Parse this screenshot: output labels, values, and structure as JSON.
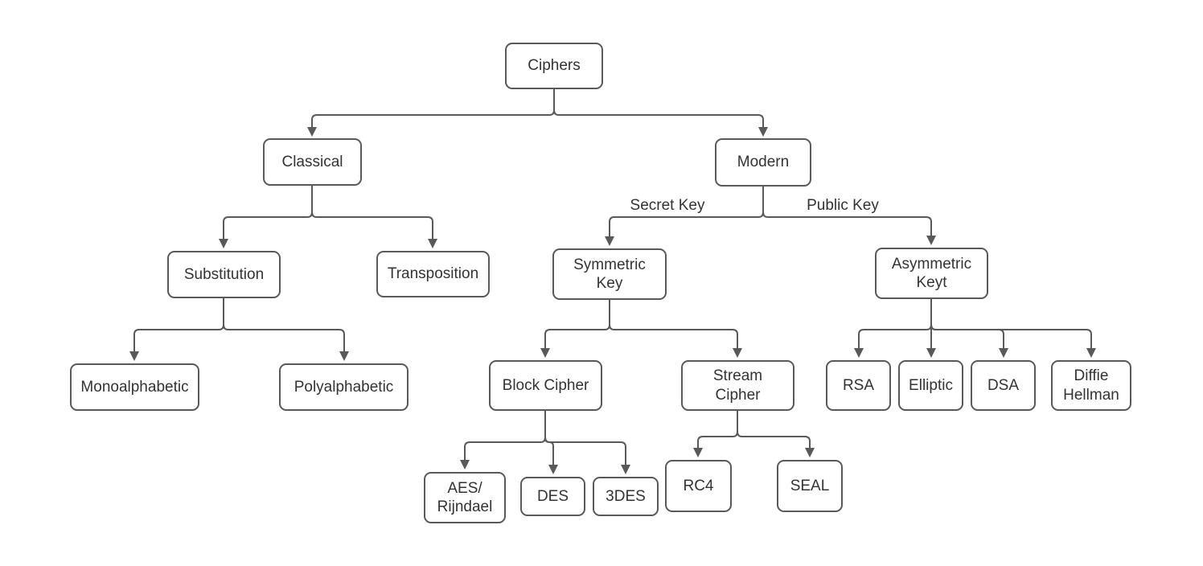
{
  "diagram": {
    "type": "tree-flowchart",
    "colors": {
      "node_fill": "#ffffff",
      "node_border": "#595959",
      "connector": "#595959",
      "text": "#333333",
      "background": "#ffffff"
    },
    "nodes": {
      "ciphers": {
        "label": "Ciphers"
      },
      "classical": {
        "label": "Classical"
      },
      "modern": {
        "label": "Modern"
      },
      "substitution": {
        "label": "Substitution"
      },
      "transposition": {
        "label": "Transposition"
      },
      "monoalphabetic": {
        "label": "Monoalphabetic"
      },
      "polyalphabetic": {
        "label": "Polyalphabetic"
      },
      "symmetric_key": {
        "label": "Symmetric\nKey"
      },
      "asymmetric_keyt": {
        "label": "Asymmetric\nKeyt"
      },
      "block_cipher": {
        "label": "Block Cipher"
      },
      "stream_cipher": {
        "label": "Stream\nCipher"
      },
      "aes_rijndael": {
        "label": "AES/\nRijndael"
      },
      "des": {
        "label": "DES"
      },
      "three_des": {
        "label": "3DES"
      },
      "rc4": {
        "label": "RC4"
      },
      "seal": {
        "label": "SEAL"
      },
      "rsa": {
        "label": "RSA"
      },
      "elliptic": {
        "label": "Elliptic"
      },
      "dsa": {
        "label": "DSA"
      },
      "diffie_hellman": {
        "label": "Diffie\nHellman"
      }
    },
    "edge_labels": {
      "secret_key": "Secret Key",
      "public_key": "Public Key"
    },
    "edges": [
      {
        "from": "ciphers",
        "to": "classical",
        "label": ""
      },
      {
        "from": "ciphers",
        "to": "modern",
        "label": ""
      },
      {
        "from": "classical",
        "to": "substitution",
        "label": ""
      },
      {
        "from": "classical",
        "to": "transposition",
        "label": ""
      },
      {
        "from": "substitution",
        "to": "monoalphabetic",
        "label": ""
      },
      {
        "from": "substitution",
        "to": "polyalphabetic",
        "label": ""
      },
      {
        "from": "modern",
        "to": "symmetric_key",
        "label": "Secret Key"
      },
      {
        "from": "modern",
        "to": "asymmetric_keyt",
        "label": "Public Key"
      },
      {
        "from": "symmetric_key",
        "to": "block_cipher",
        "label": ""
      },
      {
        "from": "symmetric_key",
        "to": "stream_cipher",
        "label": ""
      },
      {
        "from": "block_cipher",
        "to": "aes_rijndael",
        "label": ""
      },
      {
        "from": "block_cipher",
        "to": "des",
        "label": ""
      },
      {
        "from": "block_cipher",
        "to": "three_des",
        "label": ""
      },
      {
        "from": "stream_cipher",
        "to": "rc4",
        "label": ""
      },
      {
        "from": "stream_cipher",
        "to": "seal",
        "label": ""
      },
      {
        "from": "asymmetric_keyt",
        "to": "rsa",
        "label": ""
      },
      {
        "from": "asymmetric_keyt",
        "to": "elliptic",
        "label": ""
      },
      {
        "from": "asymmetric_keyt",
        "to": "dsa",
        "label": ""
      },
      {
        "from": "asymmetric_keyt",
        "to": "diffie_hellman",
        "label": ""
      }
    ]
  }
}
